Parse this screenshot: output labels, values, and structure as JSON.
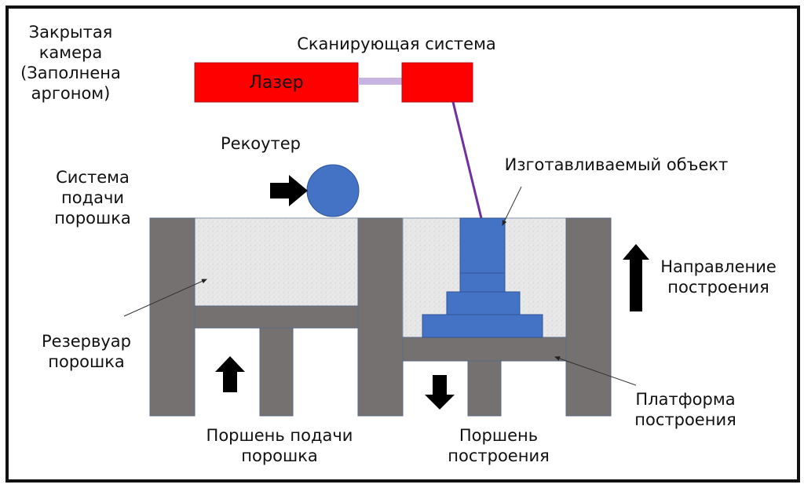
{
  "title": "Схема процесса селективного лазерного плавления",
  "labels": {
    "chamber": "Закрытая\nкамера\n(Заполнена\nаргоном)",
    "scanner": "Сканирующая система",
    "laser": "Лазер",
    "recoater": "Рекоутер",
    "feed_system": "Система\nподачи\nпорошка",
    "object": "Изготавливаемый объект",
    "build_direction": "Направление\nпостроения",
    "reservoir": "Резервуар\nпорошка",
    "build_platform": "Платформа\nпостроения",
    "feed_piston": "Поршень подачи\nпорошка",
    "build_piston": "Поршень\nпостроения"
  },
  "colors": {
    "laser": "#ff0000",
    "wall": "#767171",
    "powder": "#e6e6e6",
    "object": "#4472c4",
    "beam": "#7030a0",
    "arrow": "#000000"
  }
}
